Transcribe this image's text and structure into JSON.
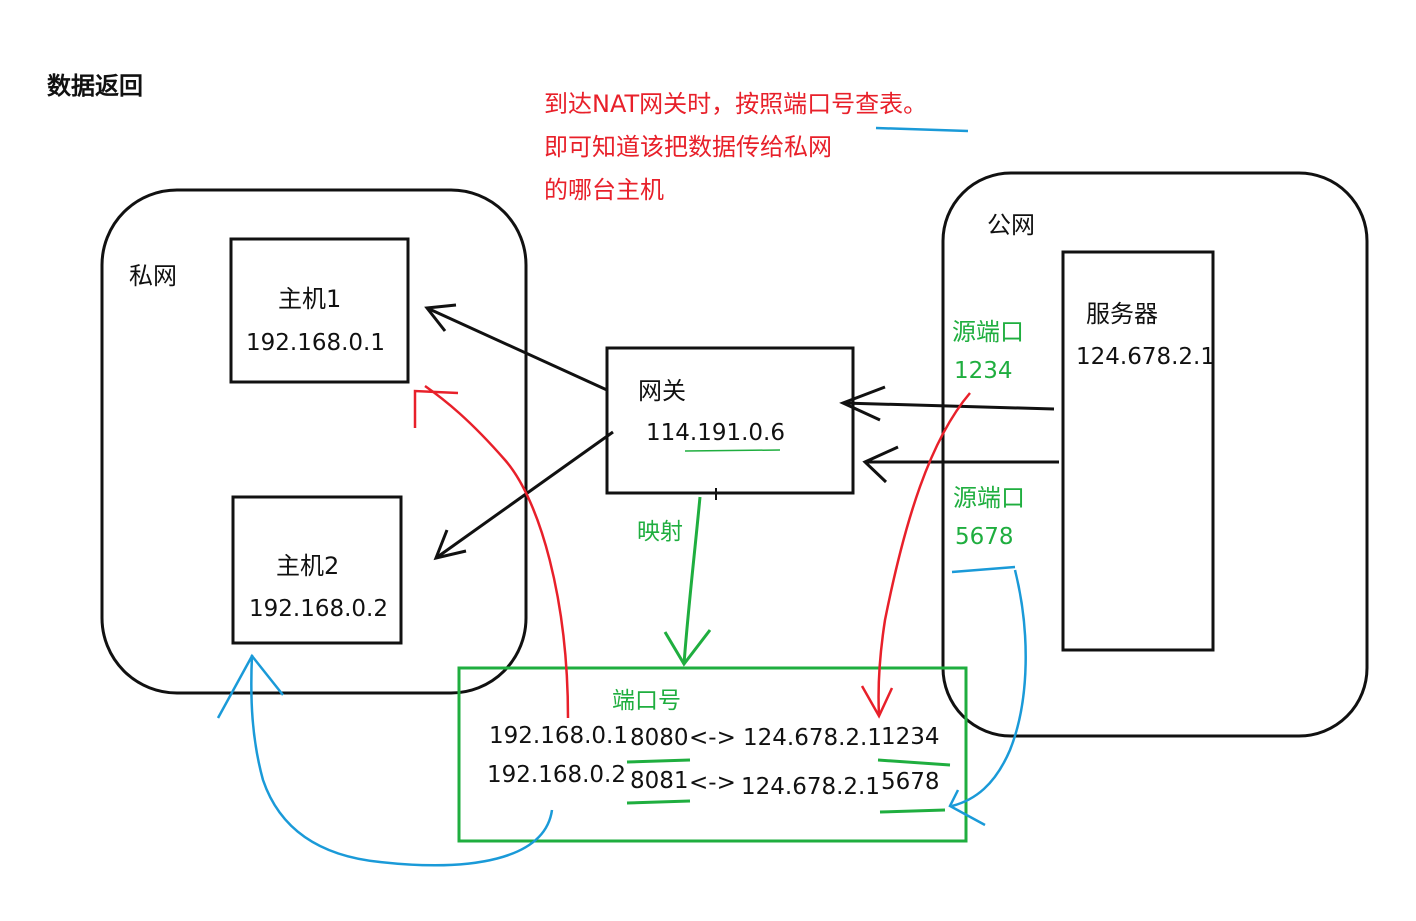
{
  "title": "数据返回",
  "note": {
    "line1": "到达NAT网关时，按照端口号查表。",
    "line2": "即可知道该把数据传给私网",
    "line3": "的哪台主机"
  },
  "private_net": {
    "label": "私网",
    "host1": {
      "name": "主机1",
      "ip": "192.168.0.1"
    },
    "host2": {
      "name": "主机2",
      "ip": "192.168.0.2"
    }
  },
  "gateway": {
    "name": "网关",
    "ip": "114.191.0.6"
  },
  "mapping_label": "映射",
  "public_net": {
    "label": "公网",
    "server": {
      "name": "服务器",
      "ip": "124.678.2.1"
    },
    "src_port1_label": "源端口",
    "src_port1": "1234",
    "src_port2_label": "源端口",
    "src_port2": "5678"
  },
  "port_table": {
    "title": "端口号",
    "rows": [
      {
        "private_ip": "192.168.0.1",
        "private_port": "8080",
        "arrow": "<->",
        "public_ip": "124.678.2.1",
        "public_port": "1234"
      },
      {
        "private_ip": "192.168.0.2",
        "private_port": "8081",
        "arrow": "<->",
        "public_ip": "124.678.2.1",
        "public_port": "5678"
      }
    ]
  },
  "colors": {
    "black": "#111111",
    "red": "#e8202a",
    "green": "#1fae3f",
    "blue": "#1a9ad8"
  }
}
